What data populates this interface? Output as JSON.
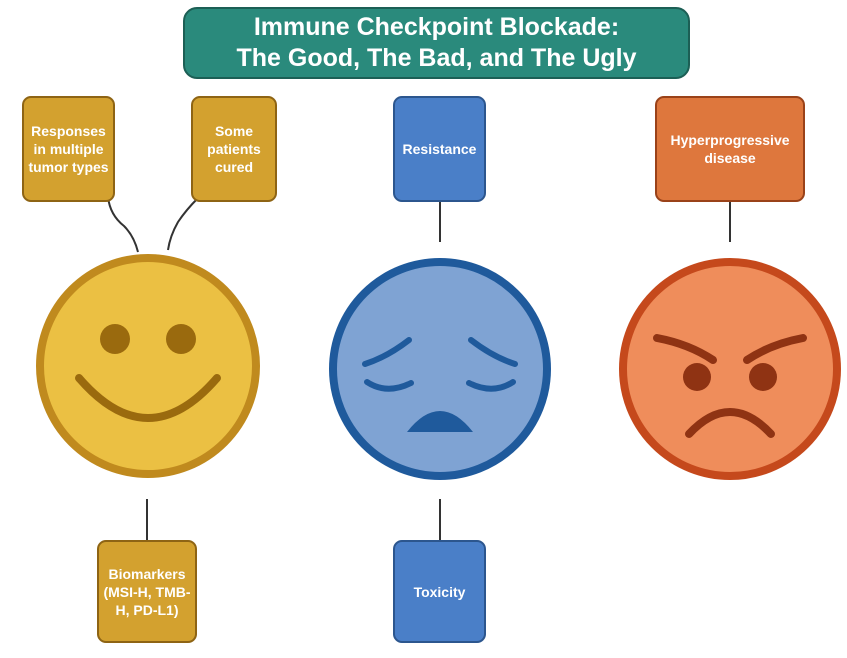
{
  "title": {
    "line1": "Immune Checkpoint Blockade:",
    "line2": "The Good, The Bad, and The Ugly"
  },
  "labels": {
    "responses": "Responses in multiple tumor types",
    "cured": "Some patients cured",
    "biomarkers": "Biomarkers (MSI-H, TMB-H, PD-L1)",
    "resistance": "Resistance",
    "toxicity": "Toxicity",
    "hyperprogressive": "Hyperprogressive disease"
  },
  "faces": {
    "good": "smiling-face",
    "bad": "sad-face",
    "ugly": "angry-face"
  },
  "colors": {
    "title_fill": "#2a8a7c",
    "good_fill": "#ebc043",
    "good_stroke": "#c08a1e",
    "bad_fill": "#7fa3d3",
    "bad_stroke": "#1f5a9c",
    "ugly_fill": "#ef8d5b",
    "ugly_stroke": "#c5491c"
  }
}
